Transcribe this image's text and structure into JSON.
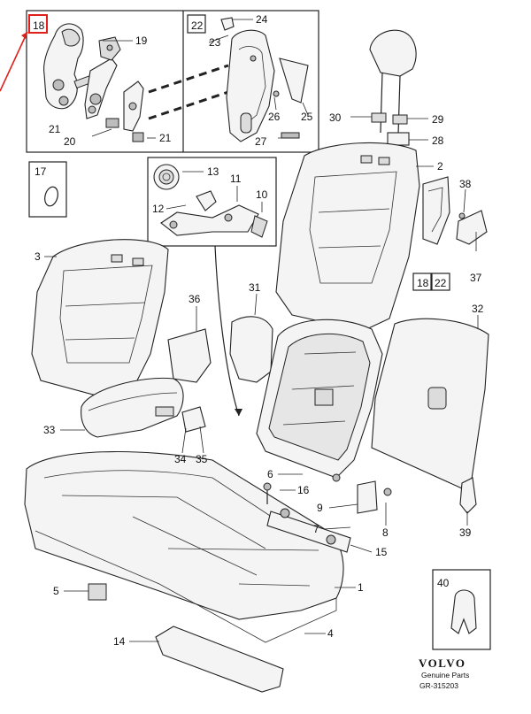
{
  "diagram": {
    "callouts": {
      "c1": "1",
      "c2": "2",
      "c3": "3",
      "c4": "4",
      "c5": "5",
      "c6": "6",
      "c7": "7",
      "c8": "8",
      "c9": "9",
      "c10": "10",
      "c11": "11",
      "c12": "12",
      "c13": "13",
      "c14": "14",
      "c15": "15",
      "c16": "16",
      "c17": "17",
      "c18": "18",
      "c19": "19",
      "c20": "20",
      "c21a": "21",
      "c21b": "21",
      "c22": "22",
      "c23": "23",
      "c24": "24",
      "c25": "25",
      "c26": "26",
      "c27": "27",
      "c28": "28",
      "c29": "29",
      "c30": "30",
      "c31": "31",
      "c32": "32",
      "c33": "33",
      "c34": "34",
      "c35": "35",
      "c36": "36",
      "c37": "37",
      "c38": "38",
      "c39": "39",
      "c40": "40",
      "c18b": "18",
      "c22b": "22"
    },
    "brand": {
      "name": "VOLVO",
      "tagline": "Genuine Parts",
      "ref": "GR-315203"
    },
    "colors": {
      "highlight": "#e0201a",
      "line": "#222222"
    }
  }
}
